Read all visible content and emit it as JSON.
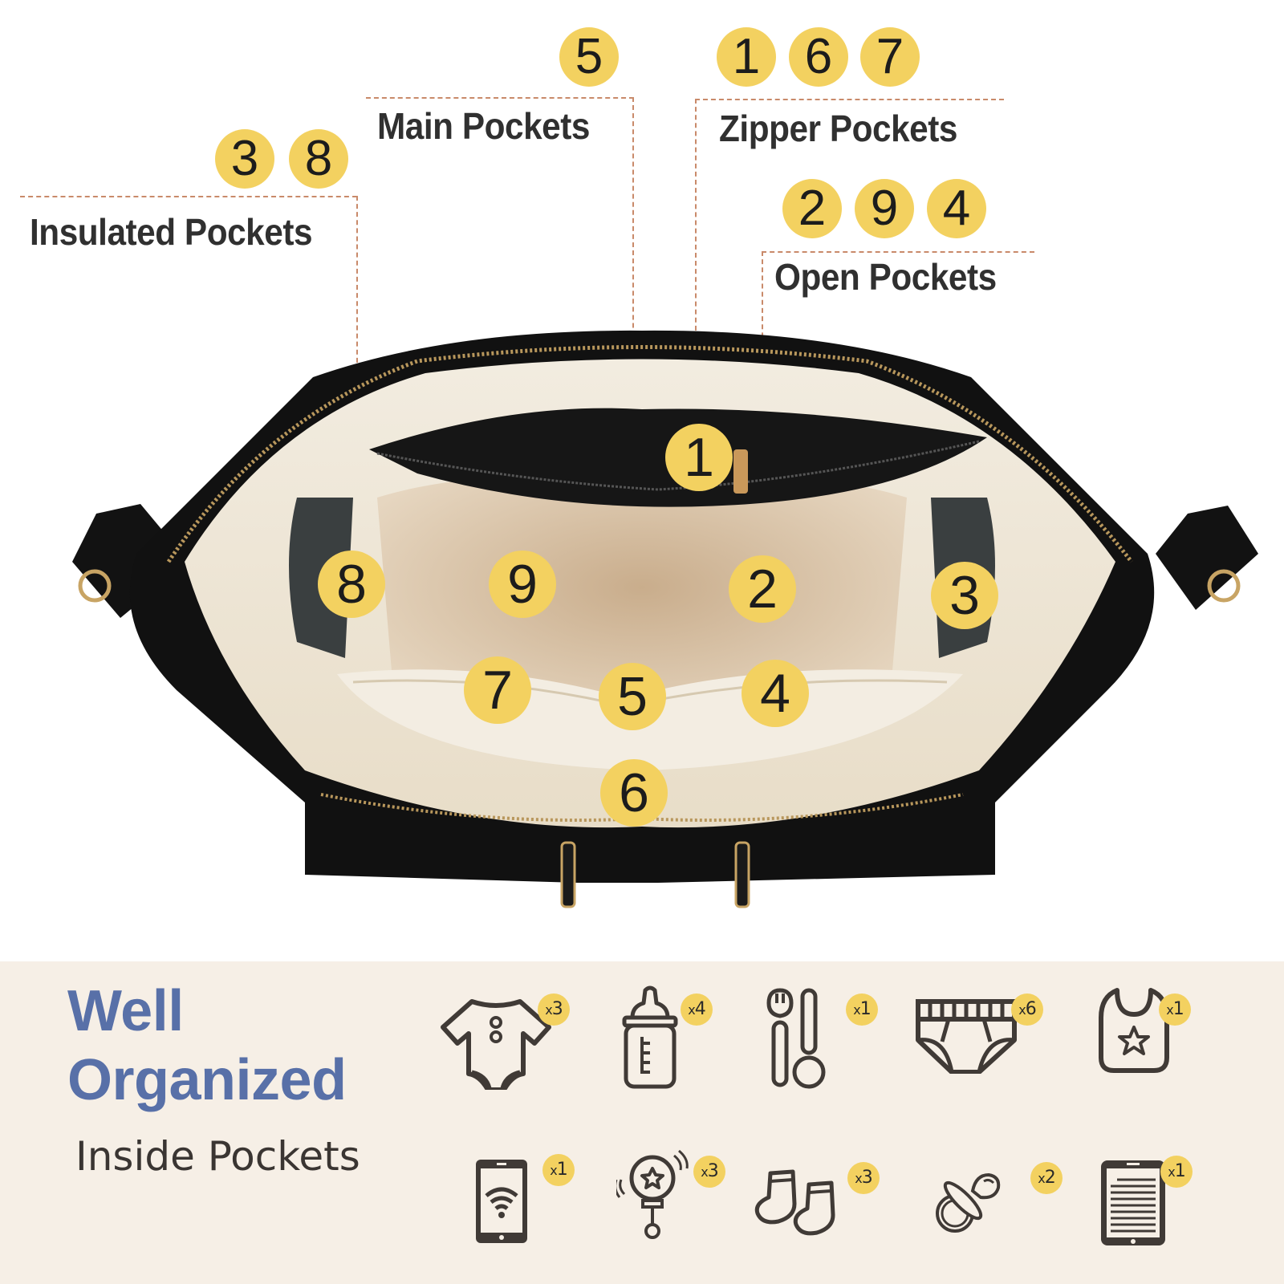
{
  "callouts": {
    "main_pockets": {
      "label": "Main Pockets",
      "numbers": [
        "5"
      ]
    },
    "zipper_pockets": {
      "label": "Zipper Pockets",
      "numbers": [
        "1",
        "6",
        "7"
      ]
    },
    "insulated_pockets": {
      "label": "Insulated Pockets",
      "numbers": [
        "3",
        "8"
      ]
    },
    "open_pockets": {
      "label": "Open Pockets",
      "numbers": [
        "2",
        "9",
        "4"
      ]
    }
  },
  "bag_markers": [
    "1",
    "8",
    "9",
    "2",
    "3",
    "7",
    "5",
    "4",
    "6"
  ],
  "panel": {
    "title_line1": "Well",
    "title_line2": "Organized",
    "subtitle": "Inside Pockets",
    "items": [
      {
        "icon": "baby-onesie-icon",
        "qty": "3"
      },
      {
        "icon": "baby-bottle-icon",
        "qty": "4"
      },
      {
        "icon": "fork-spoon-icon",
        "qty": "1"
      },
      {
        "icon": "diaper-icon",
        "qty": "6"
      },
      {
        "icon": "bib-icon",
        "qty": "1"
      },
      {
        "icon": "phone-icon",
        "qty": "1"
      },
      {
        "icon": "rattle-icon",
        "qty": "3"
      },
      {
        "icon": "socks-icon",
        "qty": "3"
      },
      {
        "icon": "pacifier-icon",
        "qty": "2"
      },
      {
        "icon": "tablet-icon",
        "qty": "1"
      }
    ]
  },
  "colors": {
    "badge": "#f3d160",
    "title_blue": "#5870a8",
    "panel_bg": "#f6efe6",
    "dash_line": "#c98a6a",
    "icon_stroke": "#403a36"
  }
}
